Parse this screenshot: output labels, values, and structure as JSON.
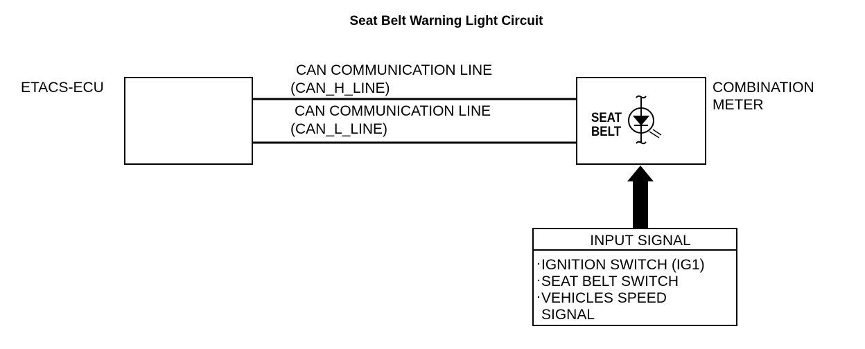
{
  "title": "Seat Belt Warning Light Circuit",
  "etacs": {
    "label": "ETACS-ECU"
  },
  "combination_meter": {
    "label_line1": "COMBINATION",
    "label_line2": "METER",
    "indicator": {
      "line1": "SEAT",
      "line2": "BELT",
      "icon": "led-indicator-icon"
    }
  },
  "can_lines": [
    {
      "line1": "CAN COMMUNICATION LINE",
      "line2": "(CAN_H_LINE)"
    },
    {
      "line1": "CAN COMMUNICATION LINE",
      "line2": "(CAN_L_LINE)"
    }
  ],
  "input_signal": {
    "header": "INPUT SIGNAL",
    "items": [
      "IGNITION SWITCH (IG1)",
      "SEAT BELT SWITCH",
      "VEHICLES SPEED",
      "SIGNAL"
    ]
  }
}
